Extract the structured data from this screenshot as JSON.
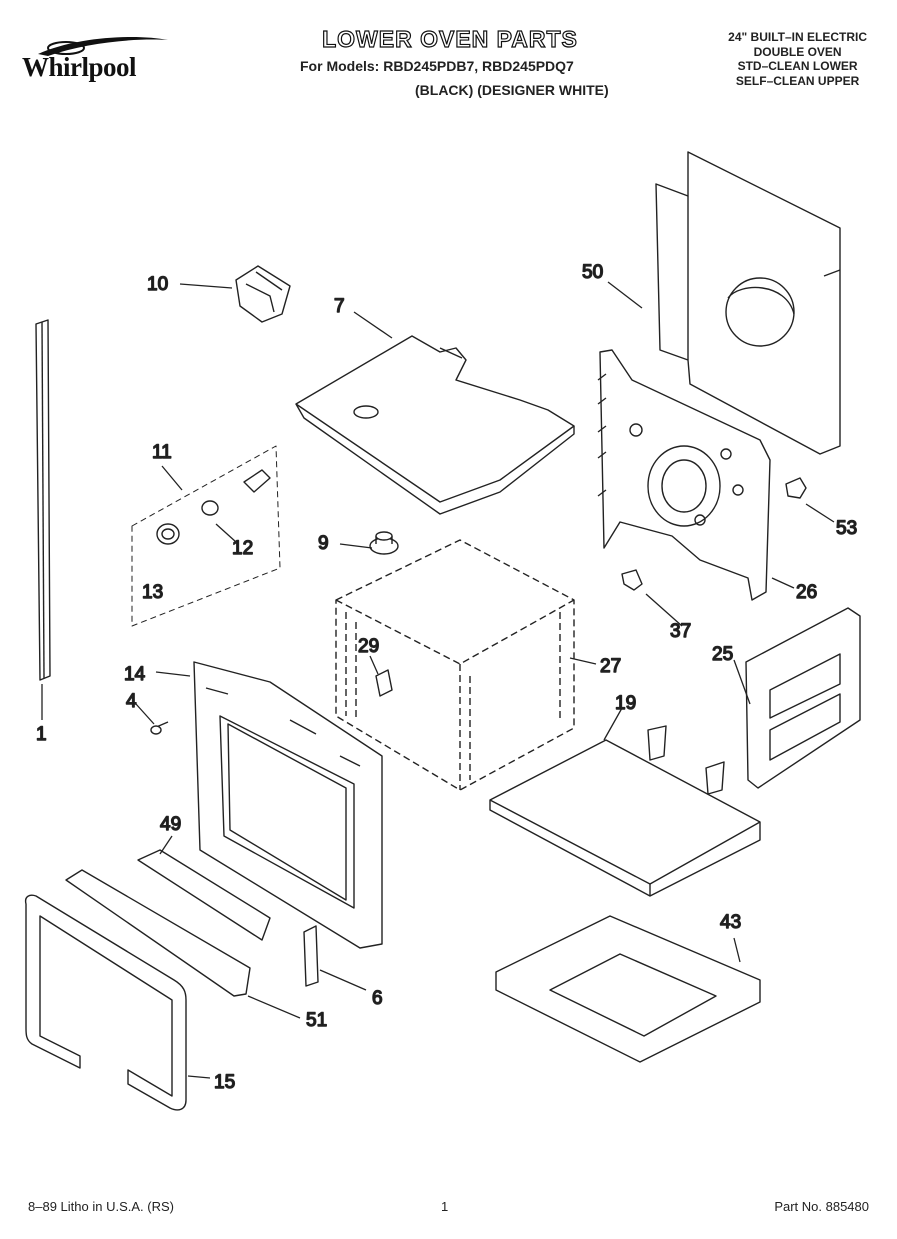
{
  "header": {
    "brand": "Whirlpool",
    "title": "LOWER OVEN PARTS",
    "models": "For Models: RBD245PDB7, RBD245PDQ7",
    "variants": "(BLACK)   (DESIGNER WHITE)",
    "description": [
      "24\" BUILT–IN ELECTRIC",
      "DOUBLE OVEN",
      "STD–CLEAN LOWER",
      "SELF–CLEAN UPPER"
    ]
  },
  "callouts": [
    "10",
    "7",
    "50",
    "11",
    "12",
    "13",
    "9",
    "53",
    "26",
    "29",
    "27",
    "37",
    "14",
    "4",
    "1",
    "25",
    "19",
    "49",
    "43",
    "6",
    "51",
    "15"
  ],
  "footer": {
    "left": "8–89 Litho in U.S.A. (RS)",
    "page": "1",
    "part_no": "Part No. 885480"
  }
}
